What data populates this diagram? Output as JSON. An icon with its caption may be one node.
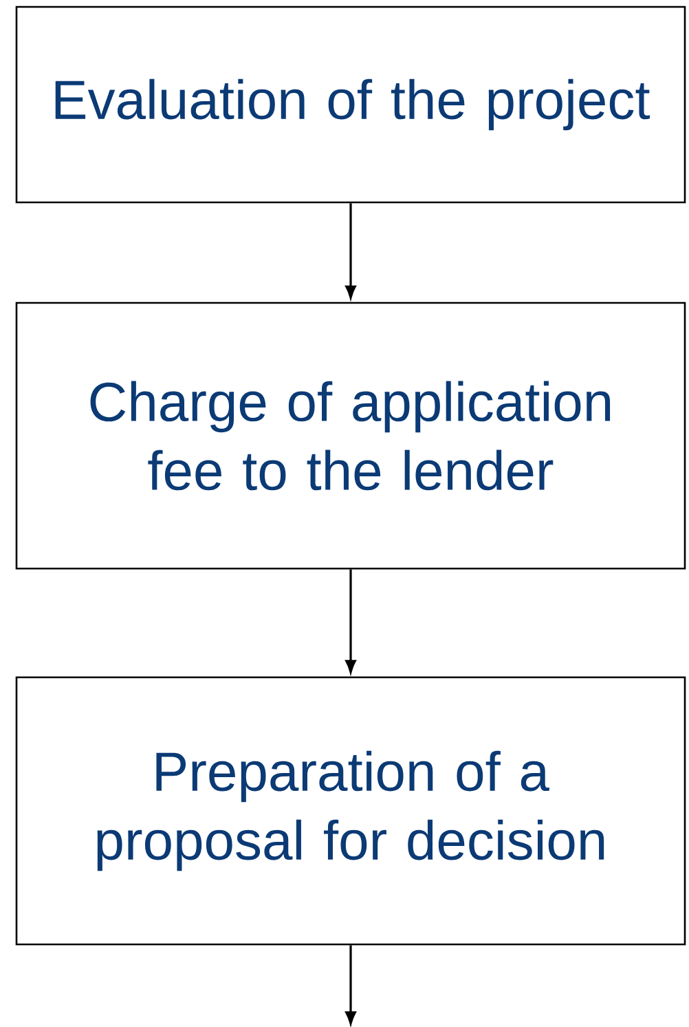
{
  "diagram": {
    "nodes": [
      {
        "text": [
          "Evaluation of the project"
        ]
      },
      {
        "text": [
          "Charge of application fee to the lender"
        ]
      },
      {
        "text": [
          "Preparation of a proposal for decision"
        ]
      }
    ],
    "edges": [
      {
        "from": 0,
        "to": 1,
        "arrow": "to"
      },
      {
        "from": 1,
        "to": 2,
        "arrow": "to"
      },
      {
        "from": 2,
        "to": null,
        "arrow": "to"
      }
    ]
  }
}
